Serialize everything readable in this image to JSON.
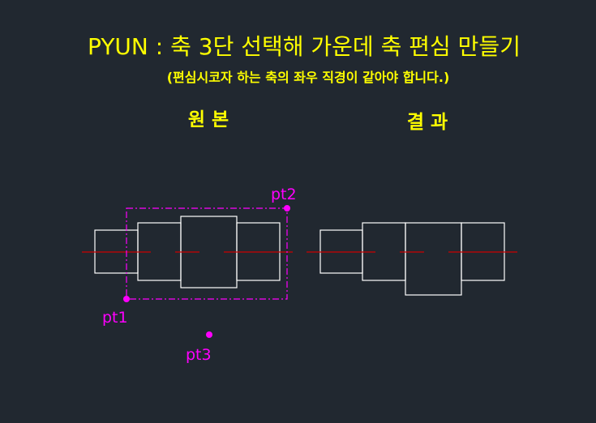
{
  "title": "PYUN :  축 3단 선택해 가운데 축 편심 만들기",
  "subtitle": "(편심시코자 하는 축의 좌우 직경이 같아야 합니다.)",
  "labels": {
    "original": "원 본",
    "result": "결 과"
  },
  "points": {
    "pt1": "pt1",
    "pt2": "pt2",
    "pt3": "pt3"
  },
  "colors": {
    "background": "#212830",
    "text": "#ffff00",
    "outline": "#ffffff",
    "centerline": "#cc0000",
    "points": "#ff00ff"
  }
}
